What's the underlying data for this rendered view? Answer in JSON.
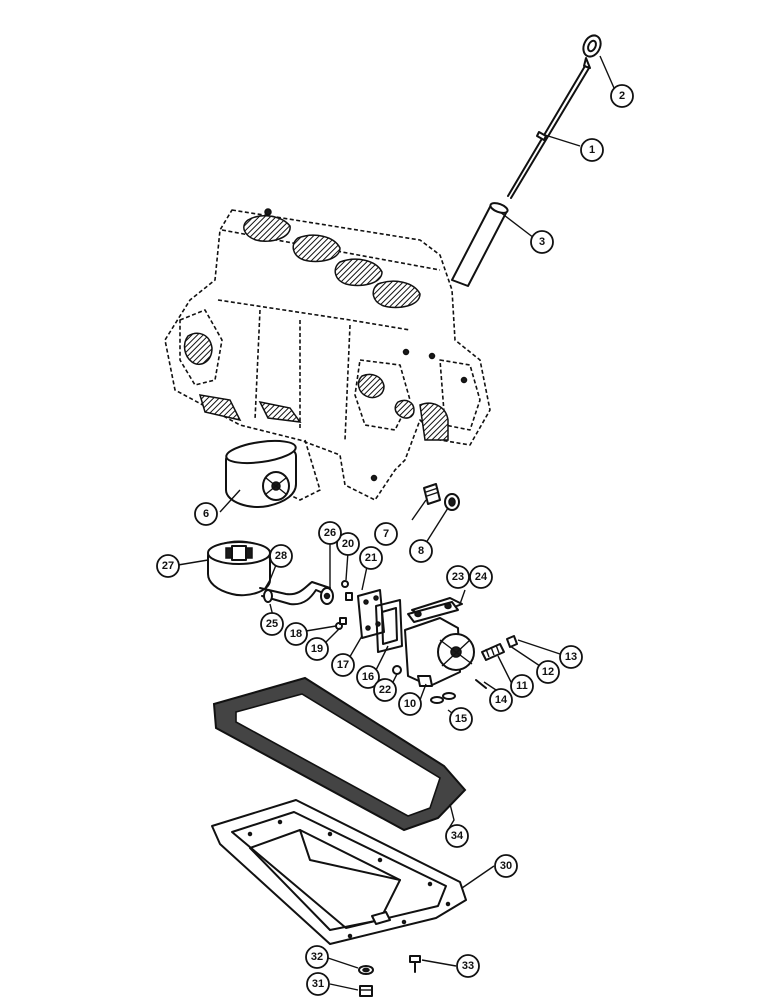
{
  "callouts": [
    {
      "id": "c1",
      "label": "1"
    },
    {
      "id": "c2",
      "label": "2"
    },
    {
      "id": "c3",
      "label": "3"
    },
    {
      "id": "c6",
      "label": "6"
    },
    {
      "id": "c7",
      "label": "7"
    },
    {
      "id": "c8",
      "label": "8"
    },
    {
      "id": "c10",
      "label": "10"
    },
    {
      "id": "c11",
      "label": "11"
    },
    {
      "id": "c12",
      "label": "12"
    },
    {
      "id": "c13",
      "label": "13"
    },
    {
      "id": "c14",
      "label": "14"
    },
    {
      "id": "c15",
      "label": "15"
    },
    {
      "id": "c16",
      "label": "16"
    },
    {
      "id": "c17",
      "label": "17"
    },
    {
      "id": "c18",
      "label": "18"
    },
    {
      "id": "c19",
      "label": "19"
    },
    {
      "id": "c20",
      "label": "20"
    },
    {
      "id": "c21",
      "label": "21"
    },
    {
      "id": "c22",
      "label": "22"
    },
    {
      "id": "c23",
      "label": "23"
    },
    {
      "id": "c24",
      "label": "24"
    },
    {
      "id": "c25",
      "label": "25"
    },
    {
      "id": "c26",
      "label": "26"
    },
    {
      "id": "c27",
      "label": "27"
    },
    {
      "id": "c28",
      "label": "28"
    },
    {
      "id": "c30",
      "label": "30"
    },
    {
      "id": "c31",
      "label": "31"
    },
    {
      "id": "c32",
      "label": "32"
    },
    {
      "id": "c33",
      "label": "33"
    },
    {
      "id": "c34",
      "label": "34"
    }
  ],
  "colors": {
    "ink": "#111111",
    "paper": "#ffffff"
  }
}
